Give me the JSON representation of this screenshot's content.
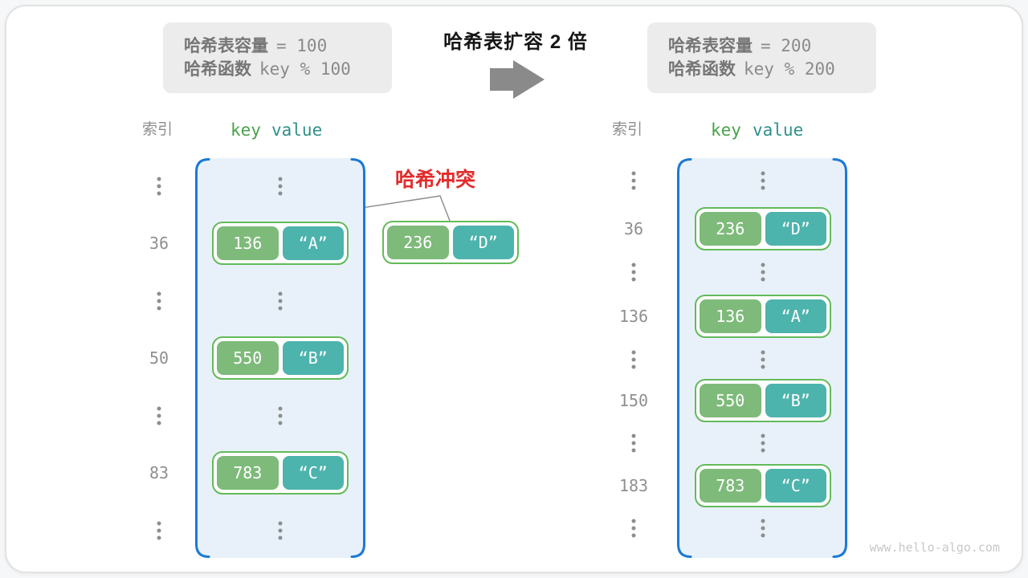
{
  "transition": {
    "title": "哈希表扩容 2 倍",
    "arrow_icon": "right-block-arrow"
  },
  "left": {
    "info": {
      "cap_label": "哈希表容量",
      "cap_value": "= 100",
      "fn_label": "哈希函数",
      "fn_value": "key % 100"
    },
    "headers": {
      "index": "索引",
      "key": "key",
      "value": "value"
    },
    "indices": [
      "36",
      "50",
      "83"
    ],
    "pairs": [
      {
        "key": "136",
        "value": "“A”"
      },
      {
        "key": "550",
        "value": "“B”"
      },
      {
        "key": "783",
        "value": "“C”"
      }
    ]
  },
  "right": {
    "info": {
      "cap_label": "哈希表容量",
      "cap_value": "= 200",
      "fn_label": "哈希函数",
      "fn_value": "key % 200"
    },
    "headers": {
      "index": "索引",
      "key": "key",
      "value": "value"
    },
    "indices": [
      "36",
      "136",
      "150",
      "183"
    ],
    "pairs": [
      {
        "key": "236",
        "value": "“D”"
      },
      {
        "key": "136",
        "value": "“A”"
      },
      {
        "key": "550",
        "value": "“B”"
      },
      {
        "key": "783",
        "value": "“C”"
      }
    ]
  },
  "collision": {
    "label": "哈希冲突",
    "pair": {
      "key": "236",
      "value": "“D”"
    }
  },
  "watermark": "www.hello-algo.com",
  "colors": {
    "key_box": "#7eba7a",
    "value_box": "#4db3ad",
    "pair_border": "#63ba5a",
    "table_fill": "#e8f1fa",
    "table_border": "#1b7ad3",
    "collision_red": "#e22c2c",
    "key_header": "#49a14b",
    "value_header": "#2e918b",
    "arrow_gray": "#8a8a8a",
    "info_box_bg": "#ececec"
  }
}
